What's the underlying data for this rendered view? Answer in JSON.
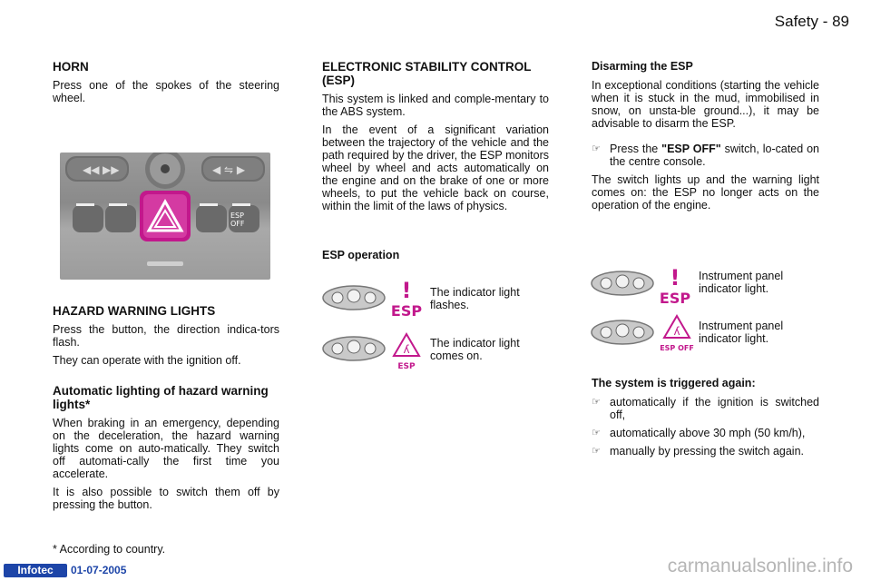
{
  "header": {
    "page_label": "Safety - 89"
  },
  "horn": {
    "title": "HORN",
    "text": "Press one of the spokes of the steering wheel."
  },
  "hazard": {
    "title": "HAZARD WARNING LIGHTS",
    "p1": "Press the button, the direction indica-tors flash.",
    "p2": "They can operate with the ignition off."
  },
  "auto_hazard": {
    "title": "Automatic lighting of hazard warning lights*",
    "p1": "When braking in an emergency, depending on the deceleration, the hazard warning lights come on auto-matically. They switch off automati-cally the first time you accelerate.",
    "p2": "It is also possible to switch them off by pressing the button."
  },
  "footnote": "* According to country.",
  "esp": {
    "title": "ELECTRONIC STABILITY CONTROL (ESP)",
    "p1": "This system is linked and comple-mentary to the ABS system.",
    "p2": "In the event of a significant variation between the trajectory of the vehicle and the path required by the driver, the ESP monitors wheel by wheel and acts automatically on the engine and on the brake of one or more wheels, to put the vehicle back on course, within the limit of the laws of physics.",
    "operation_title": "ESP operation",
    "ind1_label": "The indicator light flashes.",
    "ind2_label": "The indicator light comes on.",
    "ind1_text": "ESP",
    "ind2_text": "ESP"
  },
  "disarm": {
    "title": "Disarming the ESP",
    "p1": "In exceptional conditions (starting the vehicle when it is stuck in the mud, immobilised in snow, on unsta-ble ground...), it may be advisable to disarm the ESP.",
    "bullet_pre": "Press the ",
    "bullet_strong": "\"ESP OFF\"",
    "bullet_post": " switch, lo-cated on the centre console.",
    "p2": "The switch lights up and the warning light comes on: the ESP no longer acts on the operation of the engine.",
    "ind1_label": "Instrument panel indicator light.",
    "ind2_label": "Instrument panel indicator light.",
    "ind1_text": "ESP",
    "ind2_text": "ESP OFF"
  },
  "triggered": {
    "title": "The system is triggered again:",
    "items": [
      "automatically if the ignition is switched off,",
      "automatically above 30 mph (50 km/h),",
      "manually by pressing the switch again."
    ]
  },
  "footer": {
    "logo": "Infotec",
    "date": "01-07-2005",
    "watermark": "carmanualsonline.info"
  },
  "colors": {
    "warning_magenta": "#c2188c",
    "logo_blue": "#1d45a8"
  }
}
